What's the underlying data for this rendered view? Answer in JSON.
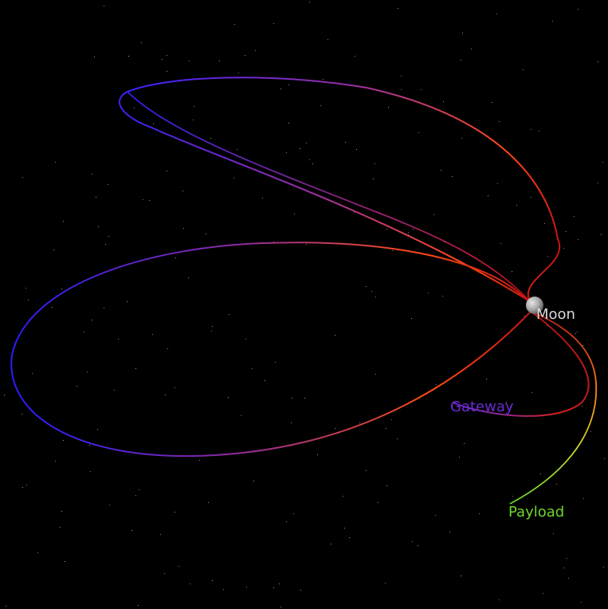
{
  "bodies": {
    "moon": {
      "label": "Moon",
      "color": "#a9a9a9",
      "label_color": "#d9d9d9"
    }
  },
  "objects": {
    "gateway": {
      "label": "Gateway",
      "color": "#6a2bd1"
    },
    "payload": {
      "label": "Payload",
      "color": "#6fd62c"
    }
  },
  "orbit_colors": {
    "near_moon": "#c01818",
    "mid": "#ff5a10",
    "far_upper": "#3b1cff",
    "far_lower": "#2a1cff",
    "mid_purple": "#9a2a9a"
  }
}
